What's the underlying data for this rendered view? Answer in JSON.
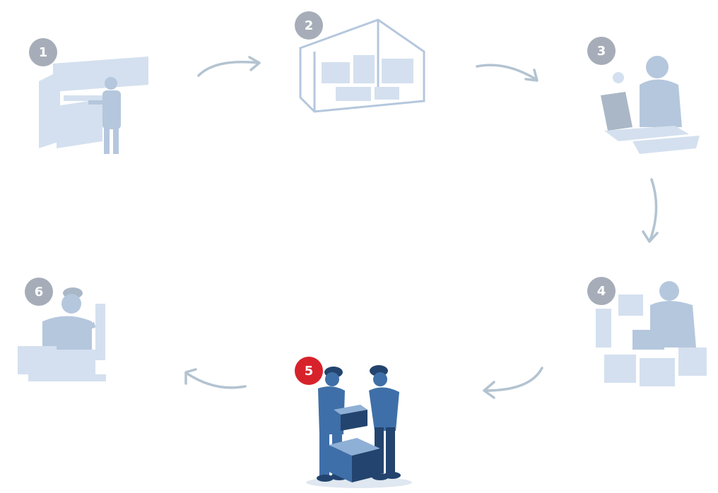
{
  "colors": {
    "badge_default": "#172a48",
    "badge_active": "#d8222b",
    "arrow": "#b3c3d1",
    "illustration": "#3f6fa8",
    "illustration_dark": "#23446e",
    "illustration_light": "#8fb0d6"
  },
  "active_step": "5",
  "steps": [
    {
      "number": "1",
      "icon": "warehouse-worker-at-shelves-icon",
      "state": "faded"
    },
    {
      "number": "2",
      "icon": "warehouse-building-icon",
      "state": "faded"
    },
    {
      "number": "3",
      "icon": "person-at-laptop-icon",
      "state": "faded"
    },
    {
      "number": "4",
      "icon": "worker-packing-boxes-icon",
      "state": "faded"
    },
    {
      "number": "5",
      "icon": "two-workers-handing-box-icon",
      "state": "active"
    },
    {
      "number": "6",
      "icon": "worker-with-scanner-icon",
      "state": "faded"
    }
  ]
}
